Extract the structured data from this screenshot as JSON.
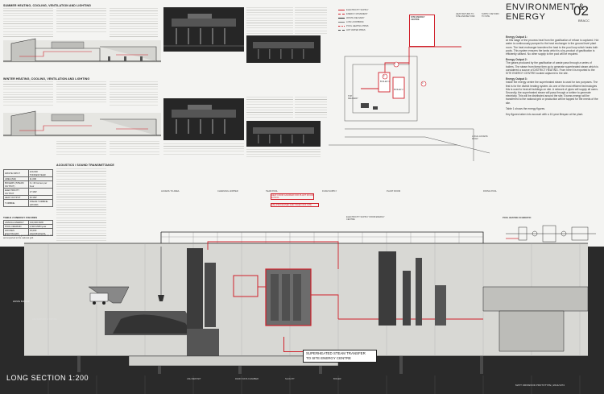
{
  "title": {
    "line1": "ENVIRONMENT &",
    "line2": "ENERGY",
    "number": "02",
    "code": "BRACC"
  },
  "sections": {
    "summer_heading": "SUMMER HEATING, COOLING, VENTILATION AND LIGHTING",
    "winter_heading": "WINTER HEATING, COOLING, VENTILATION AND LIGHTING",
    "acoustics_heading": "ACOUSTICS / SOUND TRANSMITTANCE",
    "long_section": "LONG SECTION 1:200",
    "credit": "MATT ORNWOOD PROTOTYPE | 2014/1374"
  },
  "legend": [
    "ELECTRICITY SUPPLY",
    "ENERGY MOVEMENT",
    "WASTE DELIVERY",
    "LOW LOOP/BRNK",
    "POOL HEATING PIPES",
    "HOT WATER PIPES"
  ],
  "schematic": {
    "site_energy_centre": "SITE ENERGY CENTRE",
    "heat_return_1": "HEAT RETURN TO SITE AND BEYOND",
    "heat_return_2": "SUPPLY RETURN TO SITE",
    "boiler1": "BOILER 1",
    "boiler2": "BOILER 2",
    "top_delivery": "TOP DELIVERY",
    "pool_label": "LOCAL ACCESS ROAD",
    "marker1": "1",
    "marker2": "2",
    "marker3": "3"
  },
  "energy_notes": [
    {
      "title": "Energy Output 1:",
      "text": "At this stage of the process heat from the gasification of refuse is captured. Hot water is continuously pumped to the heat exchanger in the ground level plant room. The heat exchanger transfers the heat to the pool loop which heats both pools. This system ensures the tanks which is a by-product of gasification is efficiently utilised. No other supply to the pool will be required."
    },
    {
      "title": "Energy Output 2:",
      "text": "The gases produced by the gasification of waste pass through a series of boilers. The steam from these then go to generate superheated steam which is considered a source of DISTRICT HEATING. From here it is exported to the SITE ENERGY CENTRE located adjacent to the site."
    },
    {
      "title": "Energy Output 3:",
      "text": "Inside the energy centre the superheated steam is used for two purposes. The first is for the district heating system. As one of the most efficient technologies this is used to heat all buildings on site. A network of pipes will supply all users. Secondly, the superheated steam will pass through a turbine to generate electricity. This will be distributed around the site. Excess energy will be transferred to the national grid or production will be tapped for the needs of the site."
    },
    {
      "title": "",
      "text": "Table 1 shows the energy figures."
    },
    {
      "title": "",
      "text": "Key figures taken into account with a 10-year lifespan at the plant."
    }
  ],
  "table1": {
    "rows": [
      [
        "WASTE INPUT",
        "120,000 TONNES/YEAR"
      ],
      [
        "AREA (M2)",
        "11,000"
      ],
      [
        "BOILERS (STEAM OUTPUT)",
        "3 x 40 tonnes per hour"
      ],
      [
        "ELECTRICITY OUTPUT",
        "17 MW"
      ],
      [
        "HEAT OUTPUT",
        "40 MW"
      ],
      [
        "TURBINE",
        "STEAM TURBINE (18 MW)"
      ]
    ]
  },
  "table2": {
    "heading": "TABLE 2 ENERGY FIGURES",
    "rows": [
      [
        "ANNUAL ENERGY",
        "130,000 MWh"
      ],
      [
        "POOL DEMAND",
        "4,500 MWh/year"
      ],
      [
        "HOUSES EQUIVALENT",
        "15,000 HOUSEHOLDS"
      ]
    ],
    "note": "NB: The electricity generated will be used both on site and exported to the national grid."
  },
  "long_section_labels": [
    "ACCESS TO AREA",
    "CHARGING HOPPER",
    "TEAR POOL",
    "FOAM SUPPLY",
    "PLANT ROOM",
    "DIVING POOL"
  ],
  "long_section_callouts": {
    "heat_to_pools": "HEAT FROM GASIFIER FOR PLANT ROOM & POOL",
    "ash_note": "ASH PROCESSED AND TAKEN OFF SITE",
    "electricity": "ELECTRICITY SUPPLY FROM ENERGY CENTRE",
    "pool_schematic": "POOL HEATING SCHEMATIC",
    "steam_transfer_1": "SUPERHEATED STEAM TRANSFER",
    "steam_transfer_2": "TO SITE ENERGY CENTRE",
    "bottom_1": "ASH DEPOSIT",
    "bottom_2": "RADIO DATA CHAMBER",
    "bottom_3": "SLAG PIT",
    "bottom_4": "BOILER",
    "waste_bunker": "WASTE BUNKER",
    "concrete": "ASH DEPOSIT & TIPPING"
  },
  "colors": {
    "accent": "#d0202a",
    "dark": "#262626",
    "section_fill": "#d8d8d4"
  }
}
